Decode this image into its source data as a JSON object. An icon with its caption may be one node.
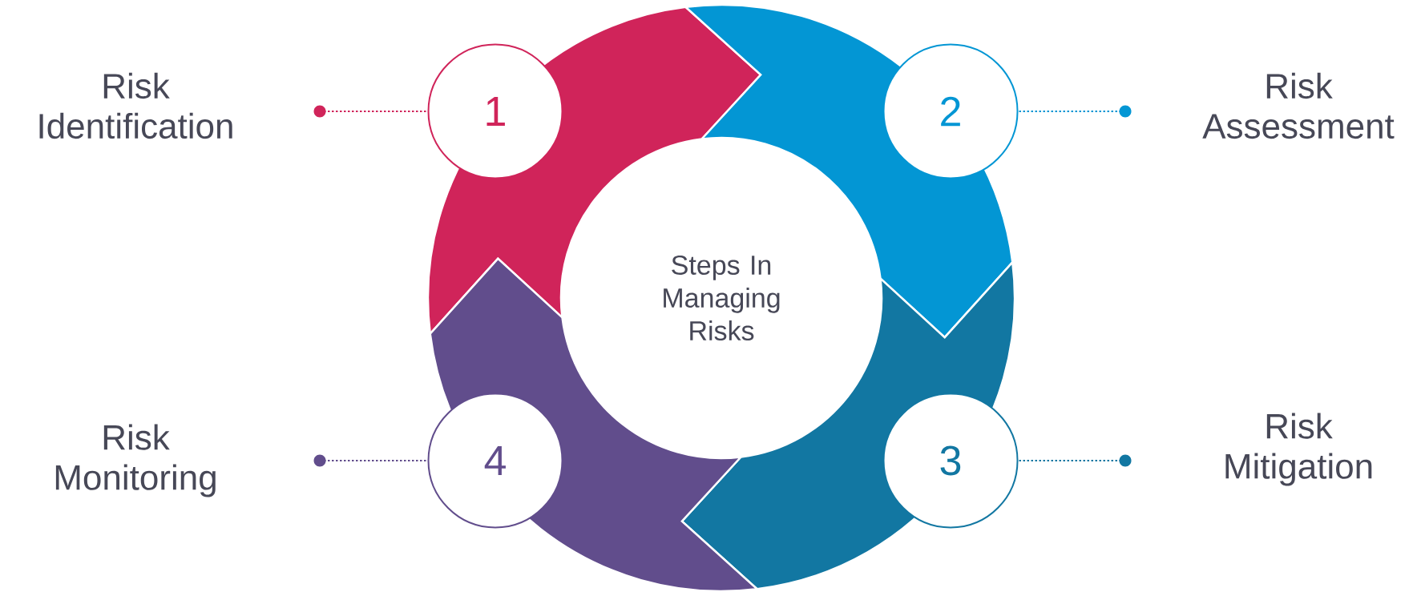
{
  "diagram": {
    "nodes": [
      {
        "text": [
          "Steps In Managing Risks"
        ]
      },
      {
        "text": [
          "1"
        ]
      },
      {
        "text": [
          "2"
        ]
      },
      {
        "text": [
          "3"
        ]
      },
      {
        "text": [
          "4"
        ]
      },
      {
        "text": [
          "Risk Identification"
        ]
      },
      {
        "text": [
          "Risk Assessment"
        ]
      },
      {
        "text": [
          "Risk Mitigation"
        ]
      },
      {
        "text": [
          "Risk Monitoring"
        ]
      }
    ],
    "edges": [
      {
        "from": 5,
        "to": 1,
        "arrow": "other",
        "style": "dashed",
        "color": "#d0245a"
      },
      {
        "from": 6,
        "to": 2,
        "arrow": "other",
        "style": "dashed",
        "color": "#0396d4"
      },
      {
        "from": 7,
        "to": 3,
        "arrow": "other",
        "style": "dashed",
        "color": "#1277a2"
      },
      {
        "from": 8,
        "to": 4,
        "arrow": "other",
        "style": "dashed",
        "color": "#614d8c"
      }
    ]
  }
}
